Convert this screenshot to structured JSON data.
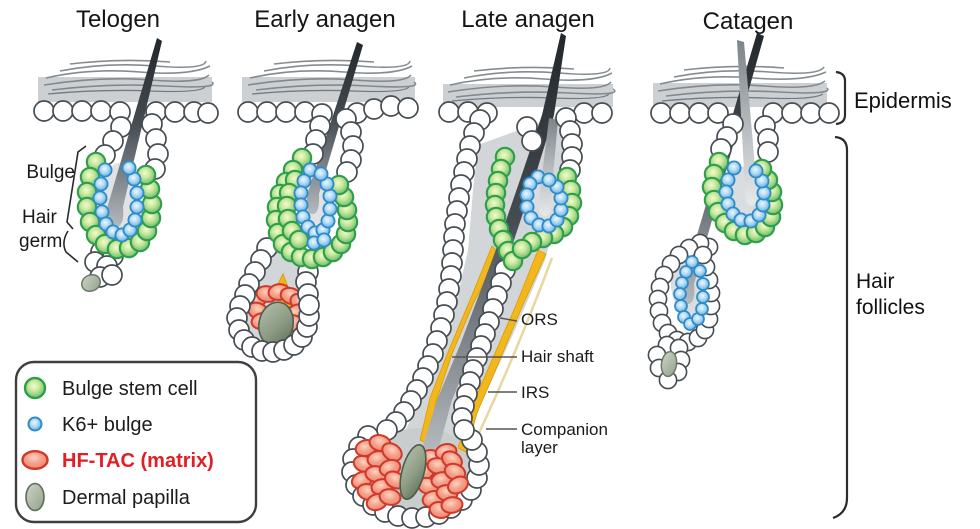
{
  "figure": {
    "type": "hair-follicle-cycle-diagram",
    "stages": {
      "telogen": "Telogen",
      "early_anagen": "Early anagen",
      "late_anagen": "Late anagen",
      "catagen": "Catagen"
    },
    "anatomy_labels": {
      "bulge": "Bulge",
      "hair_germ_line1": "Hair",
      "hair_germ_line2": "germ",
      "ors": "ORS",
      "hair_shaft": "Hair shaft",
      "irs": "IRS",
      "companion_line1": "Companion",
      "companion_line2": "layer",
      "epidermis": "Epidermis",
      "hair_follicles_line1": "Hair",
      "hair_follicles_line2": "follicles"
    },
    "legend": {
      "items": [
        {
          "icon": "bulge-stem-cell-icon",
          "label": "Bulge stem cell",
          "color": "#66bd66",
          "label_color": "#1c1c1c"
        },
        {
          "icon": "k6-bulge-icon",
          "label": "K6+ bulge",
          "color": "#58a7dc",
          "label_color": "#1c1c1c"
        },
        {
          "icon": "hf-tac-matrix-icon",
          "label": "HF-TAC (matrix)",
          "color": "#ee7f6d",
          "label_color": "#e01f26"
        },
        {
          "icon": "dermal-papilla-icon",
          "label": "Dermal papilla",
          "color": "#8d9c84",
          "label_color": "#1c1c1c"
        }
      ]
    },
    "colors": {
      "epidermis_band": "#ccd0d3",
      "white_cell_stroke": "#454c52",
      "bulge_green": "#66bd66",
      "k6_blue": "#58a7dc",
      "matrix_red": "#ee7f6d",
      "irs_yellow": "#f2b71c",
      "dermal_papilla": "#8d9c84",
      "hf_tac_text": "#e01f26"
    }
  }
}
